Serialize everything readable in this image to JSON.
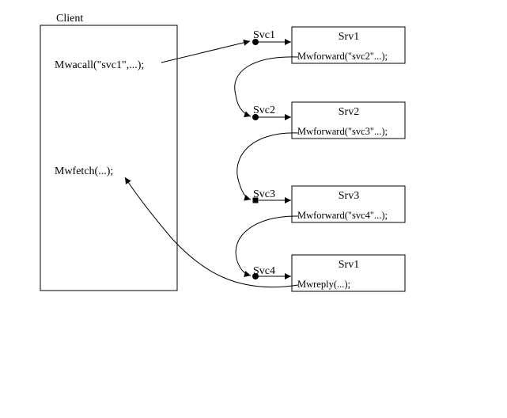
{
  "client": {
    "title": "Client",
    "call_text": "Mwacall(\"svc1\",...);",
    "fetch_text": "Mwfetch(...);"
  },
  "services": [
    {
      "svc_label": "Svc1",
      "server_name": "Srv1",
      "action_text": "Mwforward(\"svc2\"...);"
    },
    {
      "svc_label": "Svc2",
      "server_name": "Srv2",
      "action_text": "Mwforward(\"svc3\"...);"
    },
    {
      "svc_label": "Svc3",
      "server_name": "Srv3",
      "action_text": "Mwforward(\"svc4\"...);"
    },
    {
      "svc_label": "Svc4",
      "server_name": "Srv1",
      "action_text": "Mwreply(...);"
    }
  ]
}
